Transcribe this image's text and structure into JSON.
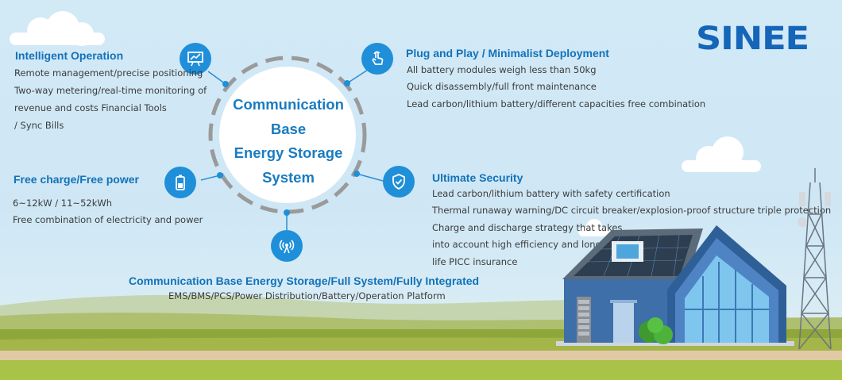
{
  "brand": {
    "logo": "SINEE",
    "accent": "#1372b8",
    "icon_color": "#1f8fd9"
  },
  "center": {
    "title_lines": [
      "Communication",
      "Base",
      "Energy Storage",
      "System"
    ]
  },
  "features": {
    "intelligent": {
      "title": "Intelligent Operation",
      "icon": "presentation-board-icon",
      "lines": [
        "Remote management/precise positioning",
        "Two-way metering/real-time monitoring of",
        "revenue and costs Financial Tools",
        "/ Sync Bills"
      ]
    },
    "plug": {
      "title": "Plug and Play / Minimalist Deployment",
      "icon": "hand-pointer-icon",
      "lines": [
        "All battery modules weigh less than 50kg",
        "Quick disassembly/full front maintenance",
        "Lead carbon/lithium battery/different capacities free combination"
      ]
    },
    "free": {
      "title": "Free charge/Free power",
      "icon": "battery-icon",
      "lines": [
        "6~12kW / 11~52kWh",
        "Free combination of electricity and power"
      ]
    },
    "security": {
      "title": "Ultimate Security",
      "icon": "shield-check-icon",
      "lines": [
        "Lead carbon/lithium battery with safety certification",
        "Thermal runaway warning/DC circuit breaker/explosion-proof structure triple protection",
        "Charge and discharge strategy that takes",
        "into account high efficiency and long",
        "life PICC insurance"
      ]
    },
    "integrated": {
      "title": "Communication Base Energy Storage/Full System/Fully Integrated",
      "icon": "signal-antenna-icon",
      "lines": [
        "EMS/BMS/PCS/Power Distribution/Battery/Operation Platform"
      ]
    }
  }
}
